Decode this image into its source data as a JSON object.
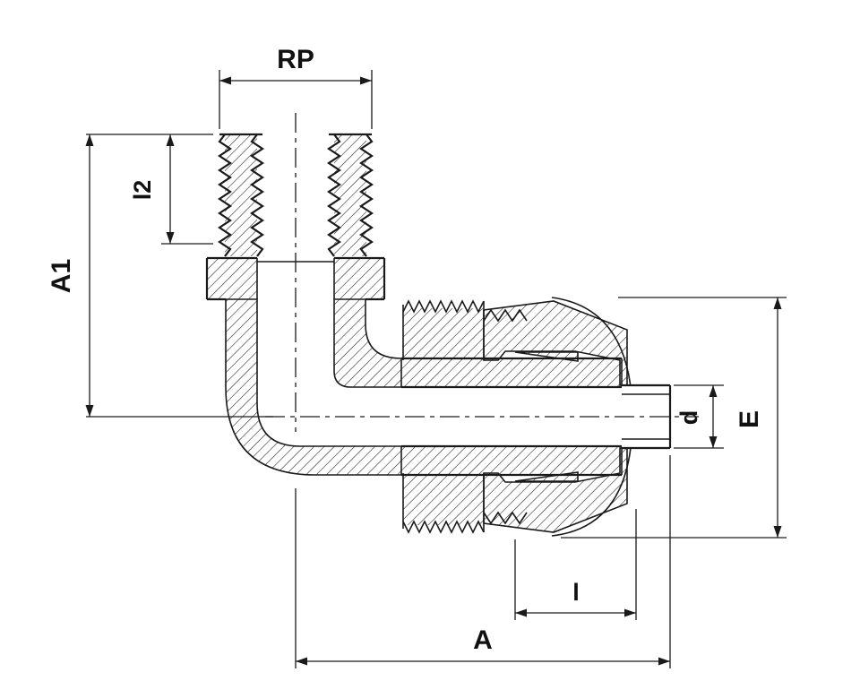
{
  "page": {
    "background": "#ffffff"
  },
  "drawing": {
    "type": "technical-drawing",
    "subject": "90-degree elbow compression fitting, cross-section with hatching",
    "line_color": "#1a1a1a",
    "dimensions": {
      "rp": "RP",
      "l2": "l2",
      "a1": "A1",
      "d": "d",
      "e": "E",
      "l": "l",
      "a": "A"
    }
  }
}
